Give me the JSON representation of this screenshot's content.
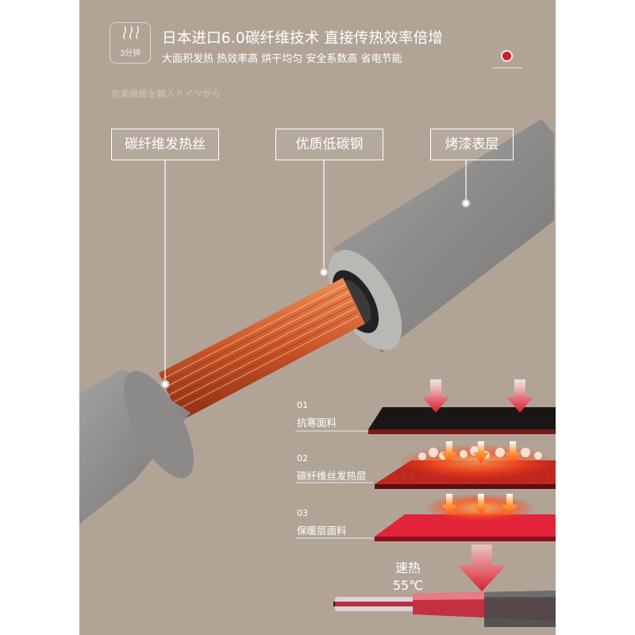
{
  "header": {
    "badge_label": "3分钟",
    "title": "日本进口6.0碳纤维技术  直接传热效率倍增",
    "subtitle": "大面积发热 热效率高 烘干均匀 安全系数高 省电节能",
    "japanese_tagline": "炭素繊維を輸入ドイツから"
  },
  "callouts": {
    "carbon_fiber": "碳纤维发热丝",
    "low_carbon_steel": "优质低碳钢",
    "paint_surface": "烤漆表层"
  },
  "layers": [
    {
      "number": "01",
      "name": "抗寒面料"
    },
    {
      "number": "02",
      "name": "碳纤维丝发热层"
    },
    {
      "number": "03",
      "name": "保暖层面料"
    }
  ],
  "speed": {
    "label": "速热",
    "temperature": "55℃"
  },
  "colors": {
    "background": "#b1a497",
    "tube_gray": "#8f8e8c",
    "copper": "#d56a3e",
    "accent_red": "#d8232a"
  }
}
